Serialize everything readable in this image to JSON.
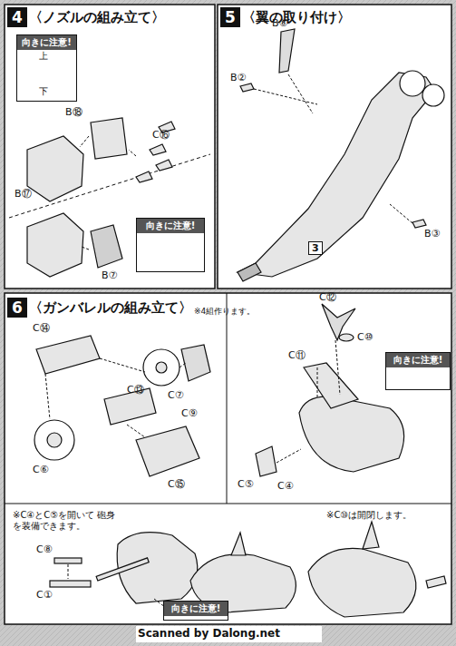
{
  "diagram": {
    "nodes": [
      {
        "text": [
          "4",
          "〈ノズルの組み立て〉"
        ]
      },
      {
        "text": [
          "向きに注意!",
          "上",
          "下"
        ]
      },
      {
        "text": [
          "向きに注意!"
        ]
      },
      {
        "text": [
          "5",
          "〈翼の取り付け〉"
        ]
      },
      {
        "text": [
          "3"
        ]
      },
      {
        "text": [
          "6",
          "〈ガンバレルの組み立て〉",
          "※4組作ります。"
        ]
      },
      {
        "text": [
          "向きに注意!"
        ]
      },
      {
        "text": [
          "向きに注意!"
        ]
      }
    ],
    "labels": [
      "B⑱",
      "C⑯",
      "B⑰",
      "B⑦",
      "B⑧",
      "B②",
      "B③",
      "C⑭",
      "C⑬",
      "C⑦",
      "C⑨",
      "C⑮",
      "C⑥",
      "C⑫",
      "C⑩",
      "C⑪",
      "C⑤",
      "C④",
      "※C④とC⑤を開いて 砲身を装備できます。",
      "C⑧",
      "C①",
      "※C⑩は開閉します。",
      "Scanned by Dalong.net"
    ]
  }
}
